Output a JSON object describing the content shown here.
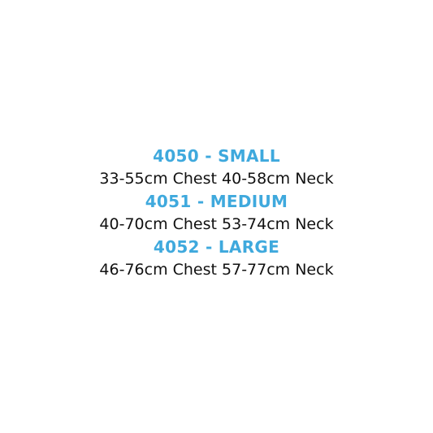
{
  "colors": {
    "heading": "#3fa9dd",
    "body_text": "#111111",
    "background": "#ffffff"
  },
  "sizes": [
    {
      "heading": "4050 - SMALL",
      "measurements": "33-55cm Chest 40-58cm Neck"
    },
    {
      "heading": "4051 - MEDIUM",
      "measurements": "40-70cm Chest 53-74cm Neck"
    },
    {
      "heading": "4052 - LARGE",
      "measurements": "46-76cm Chest 57-77cm Neck"
    }
  ]
}
